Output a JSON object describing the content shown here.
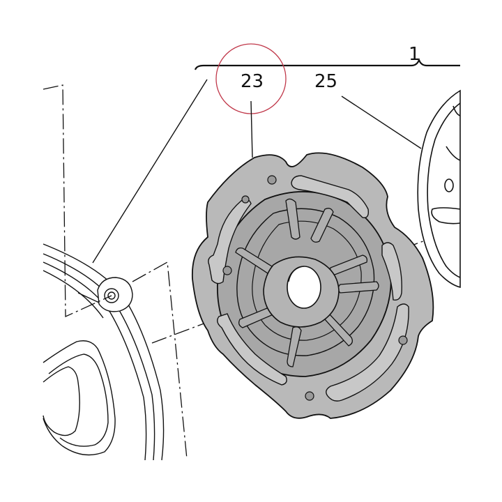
{
  "diagram": {
    "callouts": {
      "assembly": "1",
      "part_23": "23",
      "part_25": "25"
    },
    "highlight": {
      "target": "23",
      "color": "#c0384a"
    },
    "colors": {
      "line": "#111111",
      "part_fill": "#b9b9b9",
      "part_face": "#a9a9a9",
      "background": "#ffffff"
    }
  }
}
